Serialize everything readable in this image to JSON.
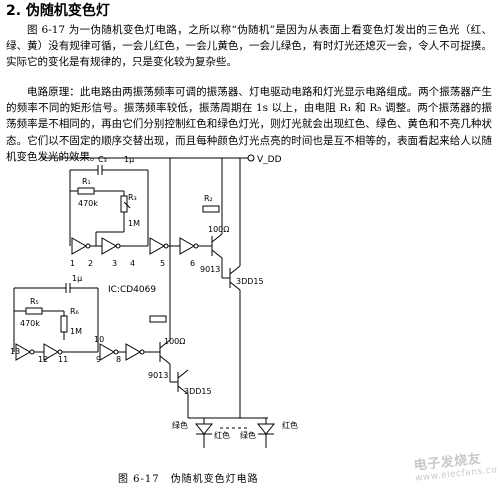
{
  "section": {
    "heading": "2. 伪随机变色灯"
  },
  "paragraphs": {
    "p1": "图 6-17 为一伪随机变色灯电路，之所以称“伪随机”是因为从表面上看变色灯发出的三色光（红、绿、黄）没有规律可循，一会儿红色，一会儿黄色，一会儿绿色，有时灯光还熄灭一会，令人不可捉摸。实际它的变化是有规律的，只是变化较为复杂些。",
    "p2": "电路原理：此电路由两振荡频率可调的振荡器、灯电驱动电路和灯光显示电路组成。两个振荡器产生的频率不同的矩形信号。振荡频率较低，振荡周期在 1s 以上，由电阻 R₁ 和 R₅ 调整。两个振荡器的振荡频率是不相同的，再由它们分别控制红色和绿色灯光，则灯光就会出现红色、绿色、黄色和不亮几种状态。它们以不固定的顺序交替出现，而且每种颜色灯光点亮的时间也是互不相等的，表面看起来给人以随机变色发光的效果。"
  },
  "circuit": {
    "supply": "V_DD",
    "ic_label": "IC:CD4069",
    "top_cap": "C₃",
    "top_cap_value": "1μ",
    "bottom_cap_value": "1μ",
    "r1": "R₁",
    "r1_value": "470k",
    "r3": "R₃",
    "r3_value": "1M",
    "r5": "R₅",
    "r5_value": "470k",
    "r6": "R₆",
    "r6_value": "1M",
    "rb_top": "R₂",
    "rb_top_value": "100Ω",
    "rb_bottom_value": "100Ω",
    "q_top": "9013",
    "q_bottom": "9013",
    "q_top_out": "3DD15",
    "q_bottom_out": "3DD15",
    "pins_top": [
      "1",
      "2",
      "3",
      "4",
      "5",
      "6"
    ],
    "pins_bottom": [
      "13",
      "12",
      "11",
      "9",
      "8",
      "10"
    ],
    "lamp_green_1": "绿色",
    "lamp_red_1": "红色",
    "lamp_green_2": "绿色",
    "lamp_red_2": "红色"
  },
  "caption": "图 6-17　伪随机变色灯电路",
  "watermark": {
    "line1": "电子发烧友",
    "line2": "www.elecfans.com"
  }
}
